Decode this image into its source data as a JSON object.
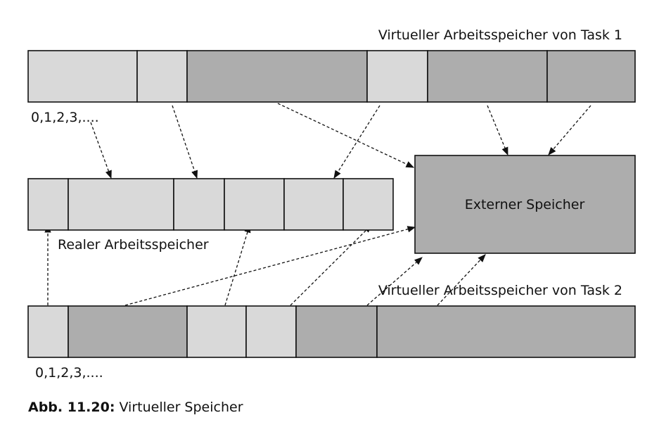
{
  "colors": {
    "light": "#d9d9d9",
    "dark": "#adadad",
    "line": "#111111"
  },
  "labels": {
    "task1_title": "Virtueller Arbeitsspeicher von Task 1",
    "task2_title": "Virtueller Arbeitsspeicher von Task 2",
    "real_title": "Realer Arbeitsspeicher",
    "external": "Externer Speicher",
    "addr_top": "0,1,2,3,....",
    "addr_bottom": "0,1,2,3,....",
    "caption_prefix": "Abb. 11.20:",
    "caption_text": " Virtueller Speicher"
  },
  "blocks": {
    "task1": [
      {
        "id": "t1-seg-1",
        "state": "resident"
      },
      {
        "id": "t1-seg-2",
        "state": "resident"
      },
      {
        "id": "t1-seg-3",
        "state": "swapped"
      },
      {
        "id": "t1-seg-4",
        "state": "resident"
      },
      {
        "id": "t1-seg-5",
        "state": "swapped"
      },
      {
        "id": "t1-seg-6",
        "state": "swapped"
      }
    ],
    "real": [
      {
        "id": "real-seg-1",
        "state": "resident"
      },
      {
        "id": "real-seg-2",
        "state": "resident"
      },
      {
        "id": "real-seg-3",
        "state": "resident"
      },
      {
        "id": "real-seg-4",
        "state": "resident"
      },
      {
        "id": "real-seg-5",
        "state": "resident"
      },
      {
        "id": "real-seg-6",
        "state": "resident"
      }
    ],
    "task2": [
      {
        "id": "t2-seg-1",
        "state": "resident"
      },
      {
        "id": "t2-seg-2",
        "state": "swapped"
      },
      {
        "id": "t2-seg-3",
        "state": "resident"
      },
      {
        "id": "t2-seg-4",
        "state": "resident"
      },
      {
        "id": "t2-seg-5",
        "state": "swapped"
      },
      {
        "id": "t2-seg-6",
        "state": "swapped"
      }
    ]
  },
  "mappings": [
    {
      "from": "t1-seg-1",
      "to": "real-seg-2"
    },
    {
      "from": "t1-seg-2",
      "to": "real-seg-3"
    },
    {
      "from": "t1-seg-3",
      "to": "external"
    },
    {
      "from": "t1-seg-4",
      "to": "real-seg-5"
    },
    {
      "from": "t1-seg-5",
      "to": "external"
    },
    {
      "from": "t1-seg-6",
      "to": "external"
    },
    {
      "from": "t2-seg-1",
      "to": "real-seg-1"
    },
    {
      "from": "t2-seg-2",
      "to": "external"
    },
    {
      "from": "t2-seg-3",
      "to": "real-seg-4"
    },
    {
      "from": "t2-seg-4",
      "to": "real-seg-6"
    },
    {
      "from": "t2-seg-5",
      "to": "external"
    },
    {
      "from": "t2-seg-6",
      "to": "external"
    }
  ]
}
